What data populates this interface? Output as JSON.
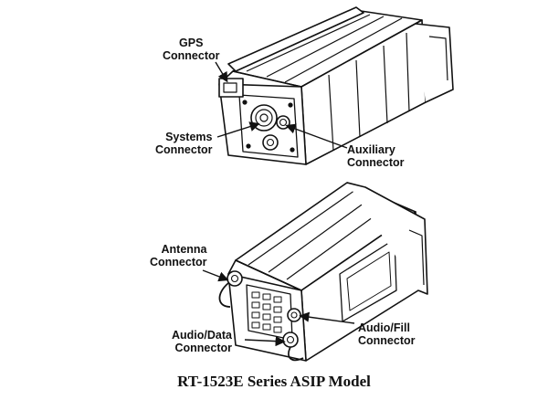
{
  "top_unit": {
    "labels": {
      "gps": [
        "GPS",
        "Connector"
      ],
      "systems": [
        "Systems",
        "Connector"
      ],
      "auxiliary": [
        "Auxiliary",
        "Connector"
      ]
    }
  },
  "bottom_unit": {
    "labels": {
      "antenna": [
        "Antenna",
        "Connector"
      ],
      "audio_data": [
        "Audio/Data",
        "Connector"
      ],
      "audio_fill": [
        "Audio/Fill",
        "Connector"
      ]
    }
  },
  "caption": "RT-1523E Series ASIP Model",
  "colors": {
    "line": "#111111",
    "background": "#ffffff"
  }
}
